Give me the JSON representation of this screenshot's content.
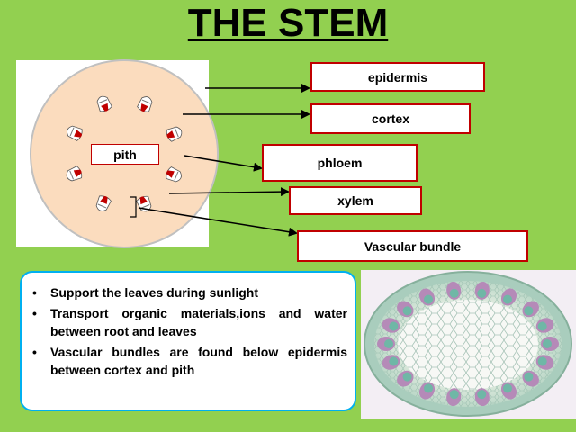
{
  "title": "THE STEM",
  "colors": {
    "background": "#92d050",
    "label_border": "#c00000",
    "info_border": "#00b0f0",
    "stem_fill": "#fbdcbe",
    "stem_outline": "#c0c0c0",
    "bundle_red": "#c00000"
  },
  "diagram": {
    "pith_label": "pith",
    "labels": [
      "epidermis",
      "cortex",
      "phloem",
      "xylem",
      "Vascular bundle"
    ]
  },
  "info": {
    "bullets": [
      "Support the leaves during sunlight",
      "Transport organic materials,ions and water between root and leaves",
      "Vascular bundles are found below epidermis between cortex and pith"
    ]
  },
  "micrograph": {
    "subject": "stem-cross-section-micrograph"
  }
}
